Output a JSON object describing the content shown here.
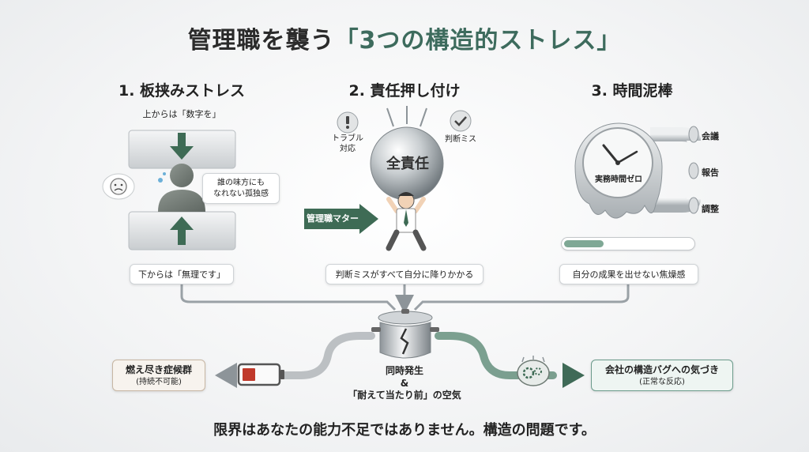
{
  "title": {
    "prefix": "管理職を襲う",
    "accent": "「3つの構造的ストレス」"
  },
  "sections": [
    {
      "heading": "1. 板挟みストレス",
      "top_text": "上からは「数字を」",
      "bubble_text": "誰の味方にも\nなれない孤独感",
      "bottom_text": "下からは「無理です」"
    },
    {
      "heading": "2. 責任押し付け",
      "icon_left_label": "トラブル\n対応",
      "icon_right_label": "判断ミス",
      "ball_text": "全責任",
      "arrow_text": "管理職マター",
      "bottom_text": "判断ミスがすべて自分に降りかかる"
    },
    {
      "heading": "3. 時間泥棒",
      "clock_text": "実務時間ゼロ",
      "pipes": [
        "会議",
        "報告",
        "調整"
      ],
      "progress": 0.3,
      "bottom_text": "自分の成果を出せない焦燥感"
    }
  ],
  "center": {
    "line1": "同時発生",
    "line2": "&",
    "line3": "「耐えて当たり前」の空気"
  },
  "left_box": {
    "title": "燃え尽き症候群",
    "sub": "(持続不可能)"
  },
  "right_box": {
    "title": "会社の構造バグへの気づき",
    "sub": "(正常な反応)"
  },
  "footer": "限界はあなたの能力不足ではありません。構造の問題です。",
  "colors": {
    "accent": "#3d6b5d",
    "arrow_green": "#3f6a57",
    "battery_red": "#c0392b"
  }
}
